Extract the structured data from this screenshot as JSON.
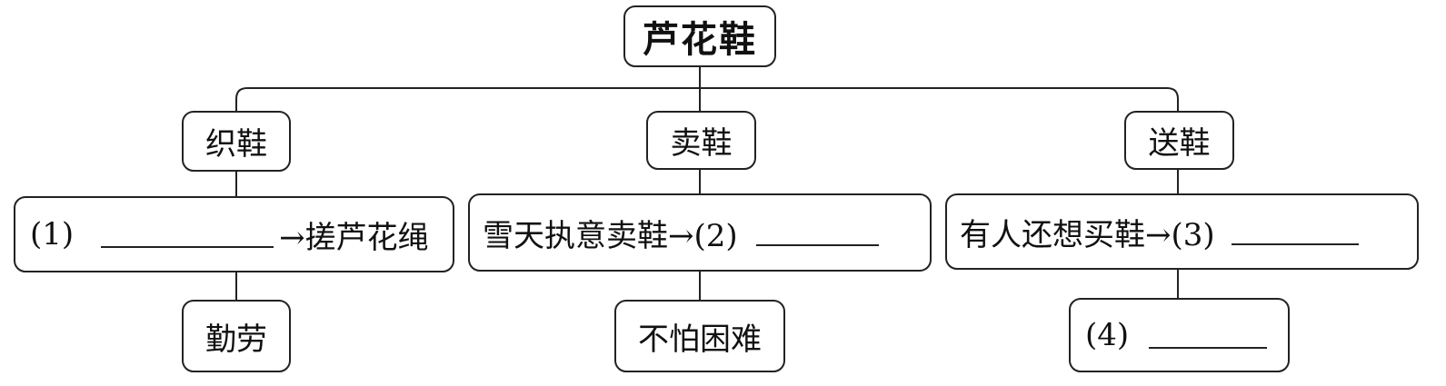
{
  "title": "芦花鞋",
  "branches": [
    {
      "label": "织鞋",
      "row1": {
        "prefix": "(1)",
        "suffix": "→搓芦花绳"
      },
      "row2": "勤劳"
    },
    {
      "label": "卖鞋",
      "row1": {
        "prefix": "雪天执意卖鞋→(2)"
      },
      "row2": "不怕困难"
    },
    {
      "label": "送鞋",
      "row1": {
        "prefix": "有人还想买鞋→(3)"
      },
      "row2": "(4)"
    }
  ]
}
